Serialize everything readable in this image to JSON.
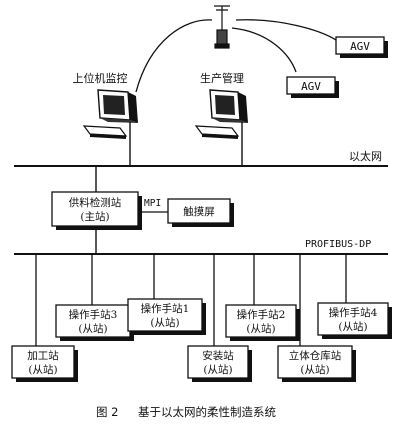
{
  "diagram": {
    "nodes": {
      "supervisor_pc": "上位机监控",
      "production_mgmt": "生产管理",
      "agv_1": "AGV",
      "agv_2": "AGV",
      "ethernet": "以太网",
      "supply_station": {
        "line1": "供料检测站",
        "line2": "(主站)"
      },
      "mpi": "MPI",
      "touchscreen": "触摸屏",
      "profibus": "PROFIBUS-DP",
      "manip_3": {
        "line1": "操作手站3",
        "line2": "(从站)"
      },
      "manip_1": {
        "line1": "操作手站1",
        "line2": "(从站)"
      },
      "manip_2": {
        "line1": "操作手站2",
        "line2": "(从站)"
      },
      "manip_4": {
        "line1": "操作手站4",
        "line2": "(从站)"
      },
      "processing": {
        "line1": "加工站",
        "line2": "(从站)"
      },
      "assembly": {
        "line1": "安装站",
        "line2": "(从站)"
      },
      "warehouse": {
        "line1": "立体仓库站",
        "line2": "(从站)"
      }
    },
    "caption": {
      "figure": "图 2",
      "title": "基于以太网的柔性制造系统"
    }
  }
}
